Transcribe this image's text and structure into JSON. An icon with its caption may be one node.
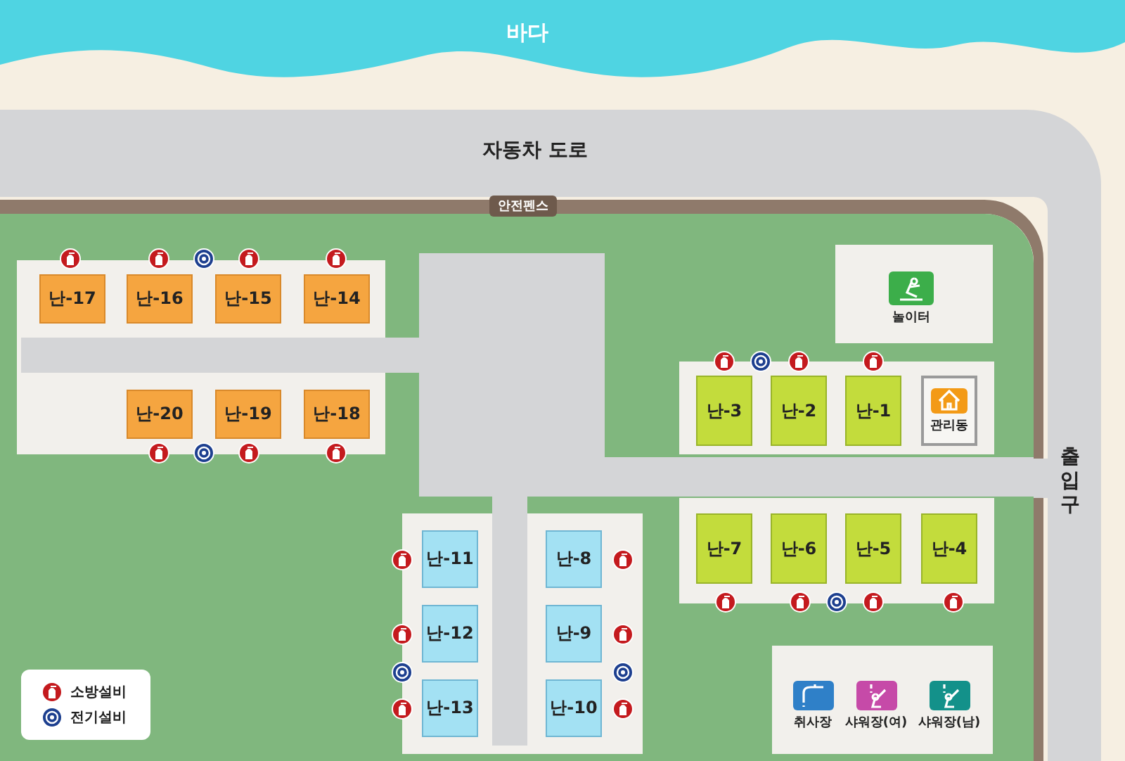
{
  "diagram": {
    "nodes": [
      {
        "text": [
          "난-17"
        ]
      },
      {
        "text": [
          "난-16"
        ]
      },
      {
        "text": [
          "난-15"
        ]
      },
      {
        "text": [
          "난-14"
        ]
      },
      {
        "text": [
          "놀이터"
        ]
      },
      {
        "text": [
          "난-20"
        ]
      },
      {
        "text": [
          "난-19"
        ]
      },
      {
        "text": [
          "난-18"
        ]
      },
      {
        "text": [
          "난-3"
        ]
      },
      {
        "text": [
          "난-2"
        ]
      },
      {
        "text": [
          "난-1"
        ]
      },
      {
        "text": [
          "관리동"
        ]
      },
      {
        "text": [
          "난-11"
        ]
      },
      {
        "text": [
          "난-8"
        ]
      },
      {
        "text": [
          "난-7"
        ]
      },
      {
        "text": [
          "난-6"
        ]
      },
      {
        "text": [
          "난-5"
        ]
      },
      {
        "text": [
          "난-4"
        ]
      },
      {
        "text": [
          "난-12"
        ]
      },
      {
        "text": [
          "난-9"
        ]
      },
      {
        "text": [
          "난-13"
        ]
      },
      {
        "text": [
          "난-10"
        ]
      },
      {
        "text": [
          "취사장"
        ]
      },
      {
        "text": [
          "샤워장(여)"
        ]
      },
      {
        "text": [
          "샤워장(남)"
        ]
      }
    ],
    "labels": [
      "바다",
      "자동차 도로",
      "안전펜스",
      "출입구"
    ],
    "legend": [
      {
        "text": "소방설비"
      },
      {
        "text": "전기설비"
      }
    ]
  }
}
